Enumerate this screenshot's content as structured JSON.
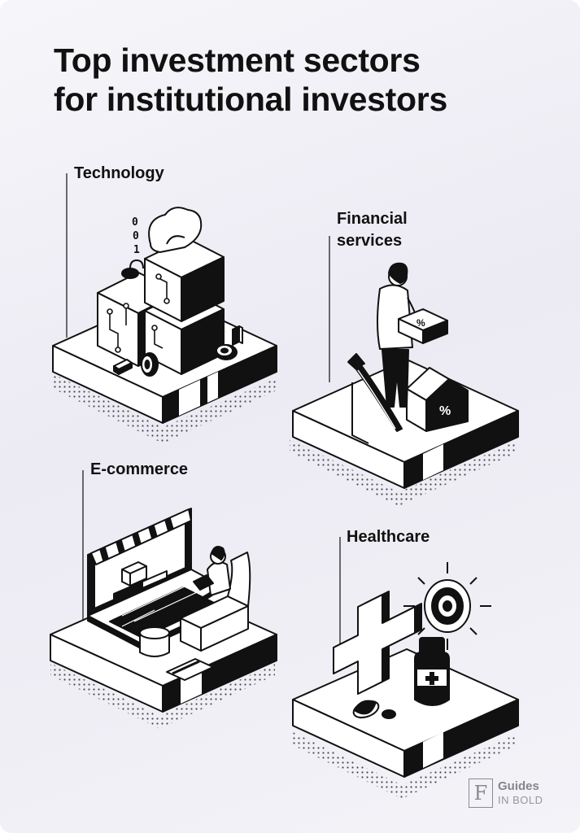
{
  "title": {
    "line1": "Top investment sectors",
    "line2": "for institutional investors"
  },
  "sectors": [
    {
      "label": "Technology"
    },
    {
      "label_line1": "Financial",
      "label_line2": "services"
    },
    {
      "label": "E-commerce"
    },
    {
      "label": "Healthcare"
    }
  ],
  "illustration_text": {
    "binary": [
      "0",
      "0",
      "1"
    ],
    "percent_sign": "%"
  },
  "logo": {
    "mark": "F",
    "line1": "Guides",
    "line2": "IN BOLD"
  },
  "colors": {
    "ink": "#111111",
    "background": "#efeef5",
    "logo_gray": "#85858b"
  }
}
